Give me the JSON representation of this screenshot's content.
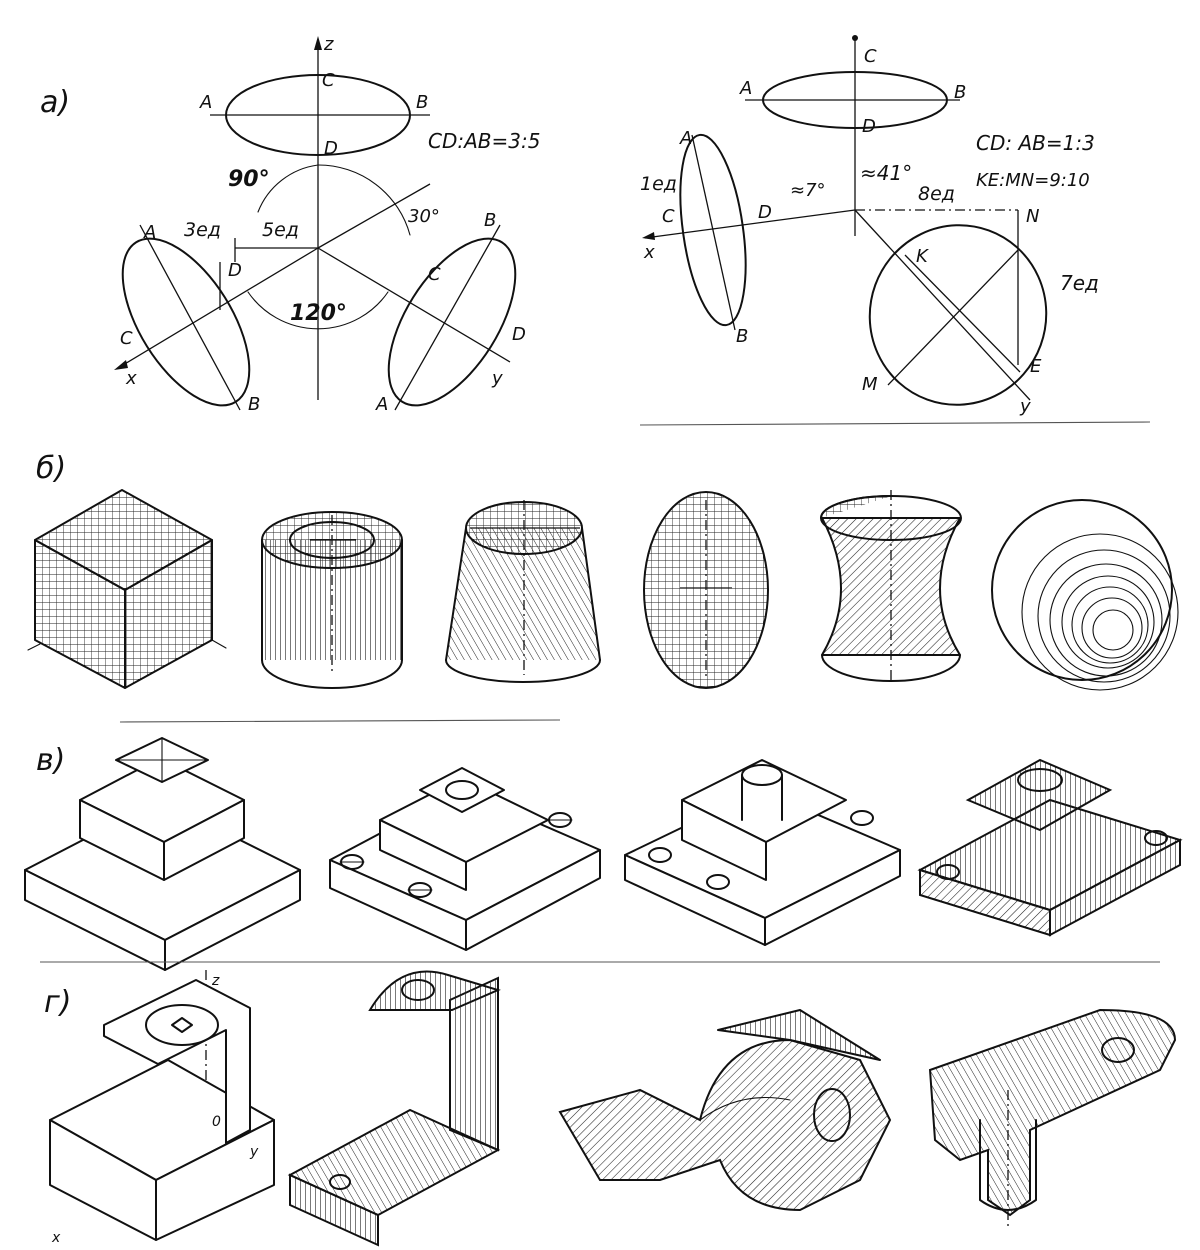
{
  "sections": {
    "a": {
      "label": "а)",
      "left": {
        "ratio": "CD:AB=3:5",
        "angle_top": "90°",
        "angle_bottom": "120°",
        "angle_side": "30°",
        "unit_short": "3ед",
        "unit_long": "5ед",
        "axis_z": "z",
        "axis_x": "x",
        "axis_y": "y",
        "pt_a": "A",
        "pt_b": "B",
        "pt_c": "C",
        "pt_d": "D"
      },
      "right": {
        "ratio1": "CD: AB=1:3",
        "ratio2": "KE:MN=9:10",
        "angle_41": "≈41°",
        "angle_7": "≈7°",
        "unit_1": "1ед",
        "unit_8": "8ед",
        "unit_7": "7ед",
        "axis_x": "x",
        "axis_y": "y",
        "pt_a": "A",
        "pt_b": "B",
        "pt_c": "C",
        "pt_d": "D",
        "pt_k": "K",
        "pt_n": "N",
        "pt_m": "M",
        "pt_e": "E"
      }
    },
    "b": {
      "label": "б)",
      "items": [
        "cube",
        "hollow-cylinder",
        "truncated-cone",
        "ellipsoid",
        "hyperboloid",
        "sphere"
      ]
    },
    "v": {
      "label": "в)"
    },
    "g": {
      "label": "г)",
      "axis_z": "z",
      "axis_x": "x",
      "axis_y": "y",
      "origin": "0"
    }
  },
  "colors": {
    "ink": "#111111",
    "paper": "#ffffff"
  }
}
